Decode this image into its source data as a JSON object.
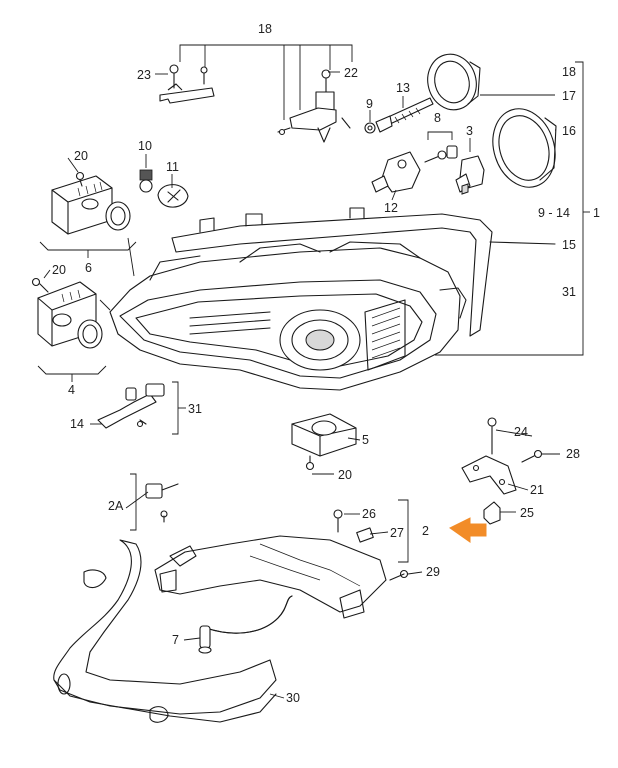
{
  "callouts": {
    "c18_top": "18",
    "c23": "23",
    "c22": "22",
    "c13": "13",
    "c9": "9",
    "c8": "8",
    "c3": "3",
    "c10": "10",
    "c11": "11",
    "c12": "12",
    "c20_a": "20",
    "c6": "6",
    "c20_b": "20",
    "c4": "4",
    "c14": "14",
    "c31_left": "31",
    "c18_right": "18",
    "c17": "17",
    "c16": "16",
    "c9_14": "9 - 14",
    "c1": "1",
    "c15": "15",
    "c31_right": "31",
    "c5": "5",
    "c20_c": "20",
    "c24": "24",
    "c28": "28",
    "c21": "21",
    "c25": "25",
    "c2a": "2A",
    "c26": "26",
    "c27": "27",
    "c2": "2",
    "c29": "29",
    "c7": "7",
    "c30": "30"
  },
  "colors": {
    "arrow": "#f28c28",
    "line": "#1a1a1a",
    "background": "#ffffff"
  }
}
